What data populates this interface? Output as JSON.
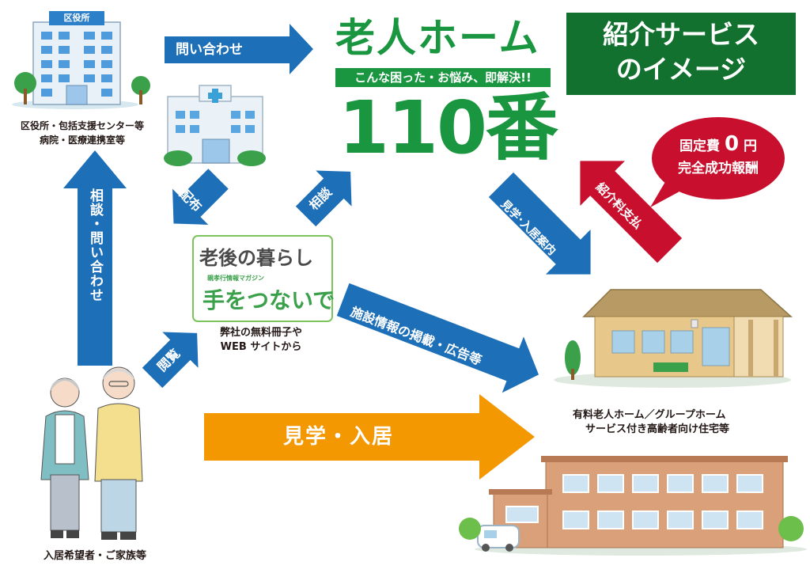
{
  "brand": {
    "title": "老人ホーム",
    "tagline": "こんな困った・お悩み、即解決!!",
    "number": "110番"
  },
  "badge_intro": {
    "line1": "紹介サービス",
    "line2": "のイメージ"
  },
  "fee_bubble": {
    "line1_a": "固定費",
    "line1_num": "0",
    "line1_b": "円",
    "line2": "完全成功報酬"
  },
  "nodes": {
    "ward_office_sign": "区役所",
    "gov_caption_1": "区役所・包括支援センター等",
    "gov_caption_2": "病院・医療連携室等",
    "magazine_title": "老後の暮らし",
    "magazine_sub": "親孝行情報マガジン",
    "magazine_name": "手をつないで",
    "magazine_caption_1": "弊社の無料冊子や",
    "magazine_caption_2": "WEB サイトから",
    "facility_caption_1": "有料老人ホーム／グループホーム",
    "facility_caption_2": "サービス付き高齢者向け住宅等",
    "family_caption": "入居希望者・ご家族等"
  },
  "arrows": {
    "inquiry_top": "問い合わせ",
    "consult_inquiry": "相談・問い合わせ",
    "distribute": "配布",
    "consult": "相談",
    "view": "閲覧",
    "listing": "施設情報の掲載・広告等",
    "tour_guide": "見学･入居案内",
    "fee_payment": "紹介料支払",
    "tour_move_in": "見学・入居"
  },
  "colors": {
    "blue_arrow": "#1d6fb8",
    "orange_arrow": "#f39800",
    "red_arrow": "#c8102e",
    "green_brand": "#1a9640",
    "green_badge": "#12712f"
  }
}
